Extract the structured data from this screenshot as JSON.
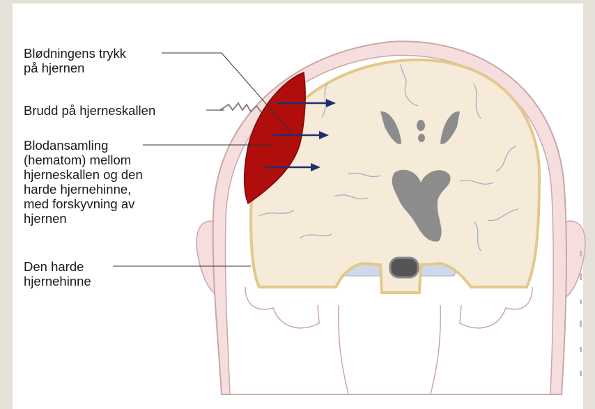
{
  "labels": {
    "pressure": "Blødningens trykk\npå hjernen",
    "fracture": "Brudd på hjerneskallen",
    "hematoma": "Blodansamling\n(hematom) mellom\nhjerneskallen og den\nharde hjernehinne,\nmed forskyvning av\nhjernen",
    "dura": "Den harde\nhjernehinne"
  },
  "colors": {
    "background": "#e6e1d8",
    "panel": "#ffffff",
    "skin": "#f6dede",
    "skin_outline": "#c9a7a7",
    "brain": "#f6ead8",
    "dura": "#e2c98a",
    "csf": "#cdd9e8",
    "ventricle": "#8c8c8c",
    "hematoma": "#b00d0d",
    "arrow": "#1d2f6e"
  }
}
